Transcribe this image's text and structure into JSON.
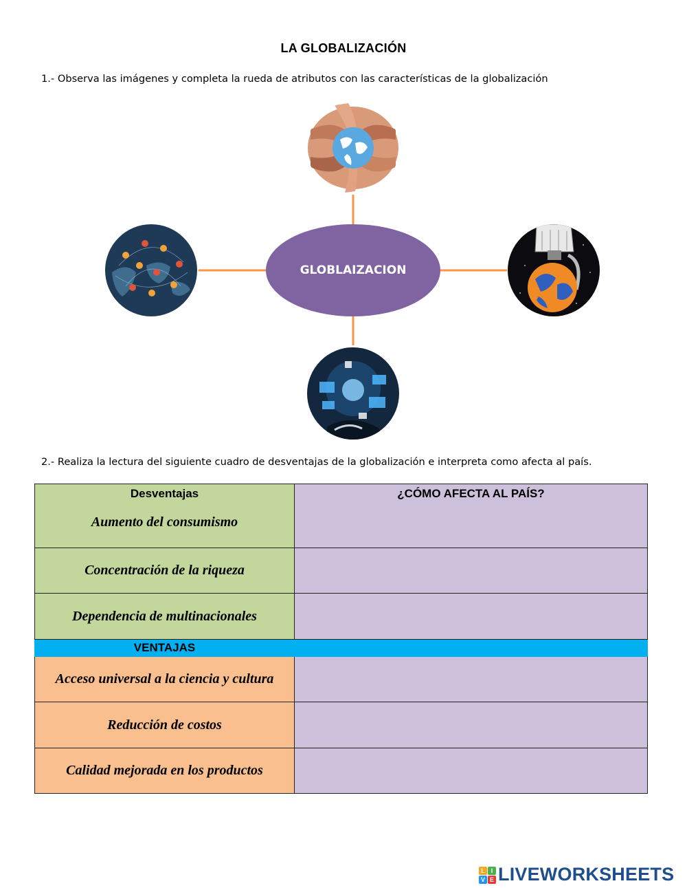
{
  "title": "LA GLOBALIZACIÓN",
  "instruction_1": "1.- Observa las imágenes y completa la rueda de atributos con las características de la globalización",
  "diagram": {
    "center_label": "GLOBLAIZACION",
    "colors": {
      "center": "#8064a2",
      "connector": "#f79646"
    }
  },
  "instruction_2": "2.- Realiza la lectura del siguiente cuadro de desventajas de la globalización e interpreta como afecta al país.",
  "table": {
    "disadvantages_header": "Desventajas",
    "effect_header": "¿CÓMO AFECTA AL PAÍS?",
    "disadvantages": [
      "Aumento del consumismo",
      "Concentración de la riqueza",
      "Dependencia de multinacionales"
    ],
    "advantages_header": "VENTAJAS",
    "advantages": [
      "Acceso universal a la ciencia y cultura",
      "Reducción de costos",
      "Calidad mejorada en los productos"
    ],
    "colors": {
      "disadvantage_bg": "#c3d69b",
      "advantage_bg": "#f9bf8f",
      "answer_bg": "#ccc0da",
      "band_bg": "#00b0f0"
    }
  },
  "logo": {
    "mark": [
      "L",
      "I",
      "V",
      "E"
    ],
    "text": "LIVEWORKSHEETS"
  }
}
